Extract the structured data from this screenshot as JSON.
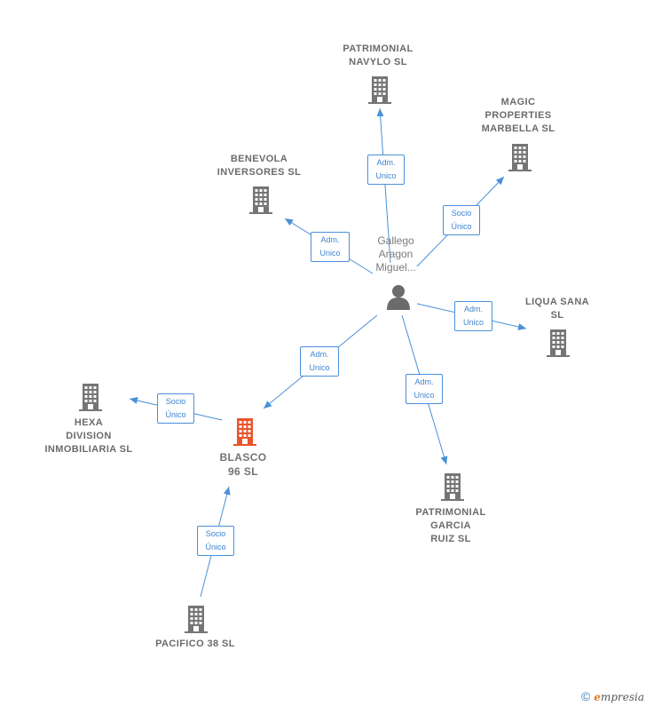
{
  "colors": {
    "edge": "#4a90d9",
    "building": "#757575",
    "focus_building": "#e8552b",
    "person": "#6b6b6b"
  },
  "person": {
    "label": "Gallego\nAragon\nMiguel..."
  },
  "nodes": {
    "navylo": {
      "label": "PATRIMONIAL\nNAVYLO SL"
    },
    "magic": {
      "label": "MAGIC\nPROPERTIES\nMARBELLA  SL"
    },
    "benevola": {
      "label": "BENEVOLA\nINVERSORES SL"
    },
    "liqua": {
      "label": "LIQUA SANA\nSL"
    },
    "hexa": {
      "label": "HEXA\nDIVISION\nINMOBILIARIA SL"
    },
    "blasco": {
      "label": "BLASCO\n96 SL"
    },
    "garcia": {
      "label": "PATRIMONIAL\nGARCIA\nRUIZ SL"
    },
    "pacifico": {
      "label": "PACIFICO 38 SL"
    }
  },
  "edges": {
    "navylo": "Adm.\nUnico",
    "magic": "Socio\nÚnico",
    "benevola": "Adm.\nUnico",
    "liqua": "Adm.\nUnico",
    "blasco": "Adm.\nUnico",
    "garcia": "Adm.\nUnico",
    "hexa": "Socio\nÚnico",
    "pacifico": "Socio\nÚnico"
  },
  "footer": {
    "copyright_symbol": "©",
    "brand_initial": "e",
    "brand_rest": "mpresia"
  }
}
